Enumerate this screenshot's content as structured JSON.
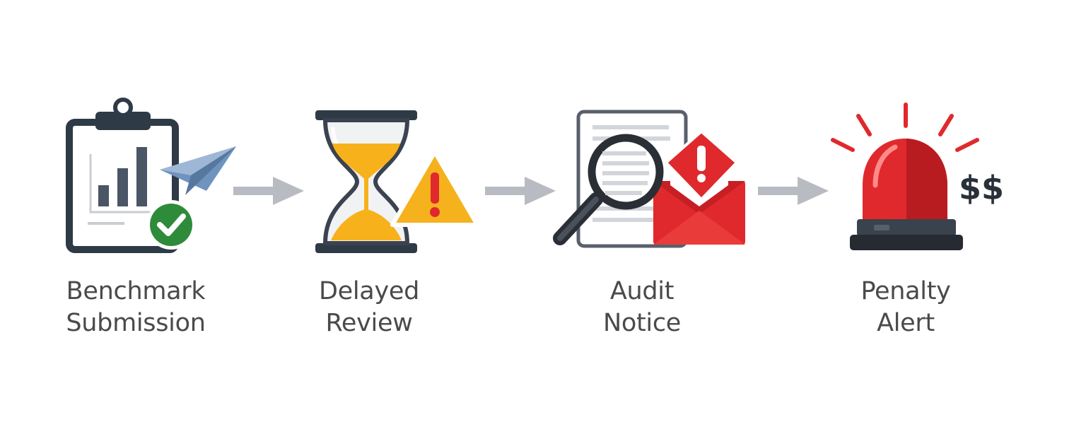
{
  "steps": [
    {
      "id": "benchmark-submission",
      "line1": "Benchmark",
      "line2": "Submission",
      "icon": "clipboard-chart-paper-plane-check-icon"
    },
    {
      "id": "delayed-review",
      "line1": "Delayed",
      "line2": "Review",
      "icon": "hourglass-warning-icon"
    },
    {
      "id": "audit-notice",
      "line1": "Audit",
      "line2": "Notice",
      "icon": "magnifier-document-envelope-alert-icon"
    },
    {
      "id": "penalty-alert",
      "line1": "Penalty",
      "line2": "Alert",
      "icon": "siren-dollar-icon",
      "currency_text": "$$"
    }
  ],
  "arrow_icon": "right-arrow-icon",
  "colors": {
    "text": "#4a4a4a",
    "dark": "#2f3a47",
    "chart_bars": "#4a5566",
    "plane": "#6f93bf",
    "check": "#2e8b3a",
    "sand": "#f7b21b",
    "warning": "#f5b21d",
    "alert_red": "#e0292c",
    "arrow": "#b8bcc2"
  }
}
